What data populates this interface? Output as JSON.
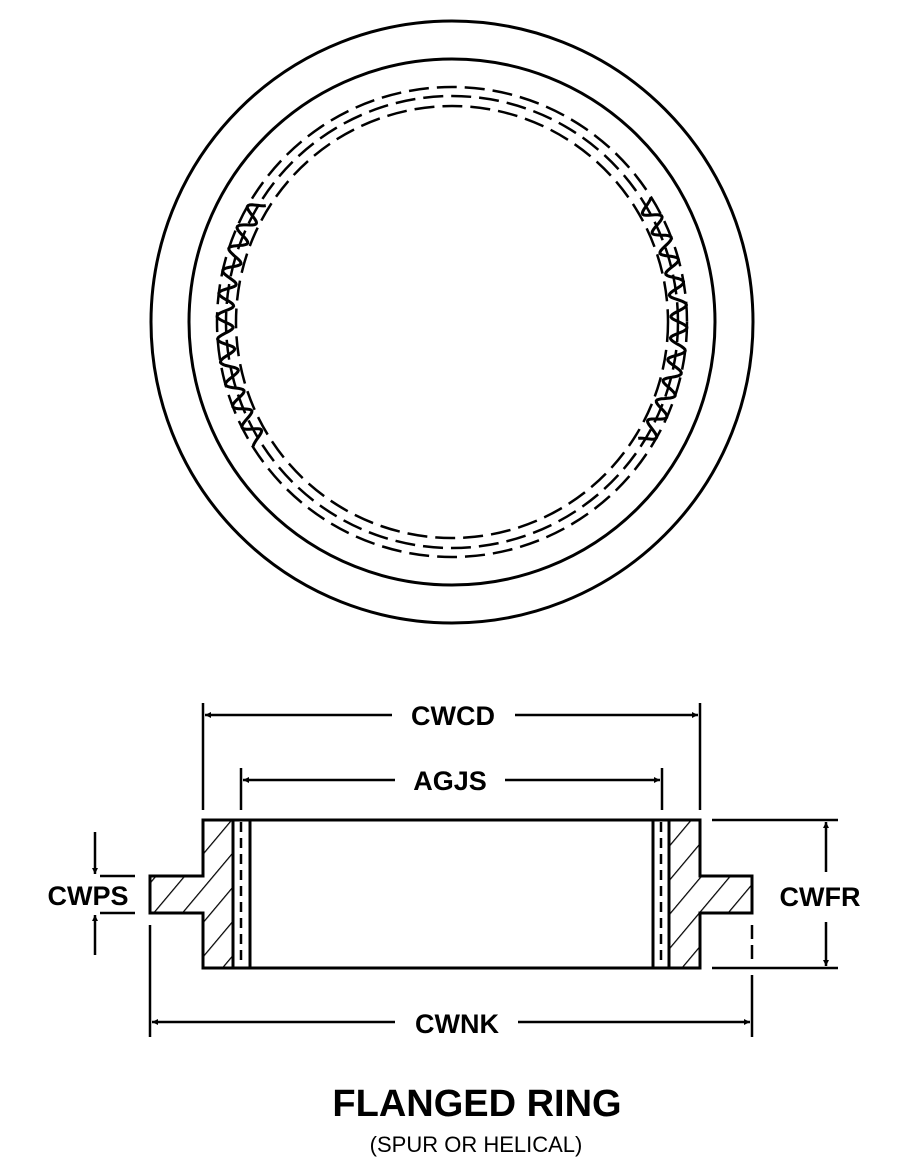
{
  "title": "FLANGED RING",
  "subtitle": "(SPUR OR HELICAL)",
  "dimensions": {
    "outer_width": "CWCD",
    "inner_width": "AGJS",
    "flange_diameter": "CWNK",
    "flange_thickness": "CWPS",
    "face_width": "CWFR"
  },
  "colors": {
    "line": "#000000",
    "background": "#ffffff"
  }
}
